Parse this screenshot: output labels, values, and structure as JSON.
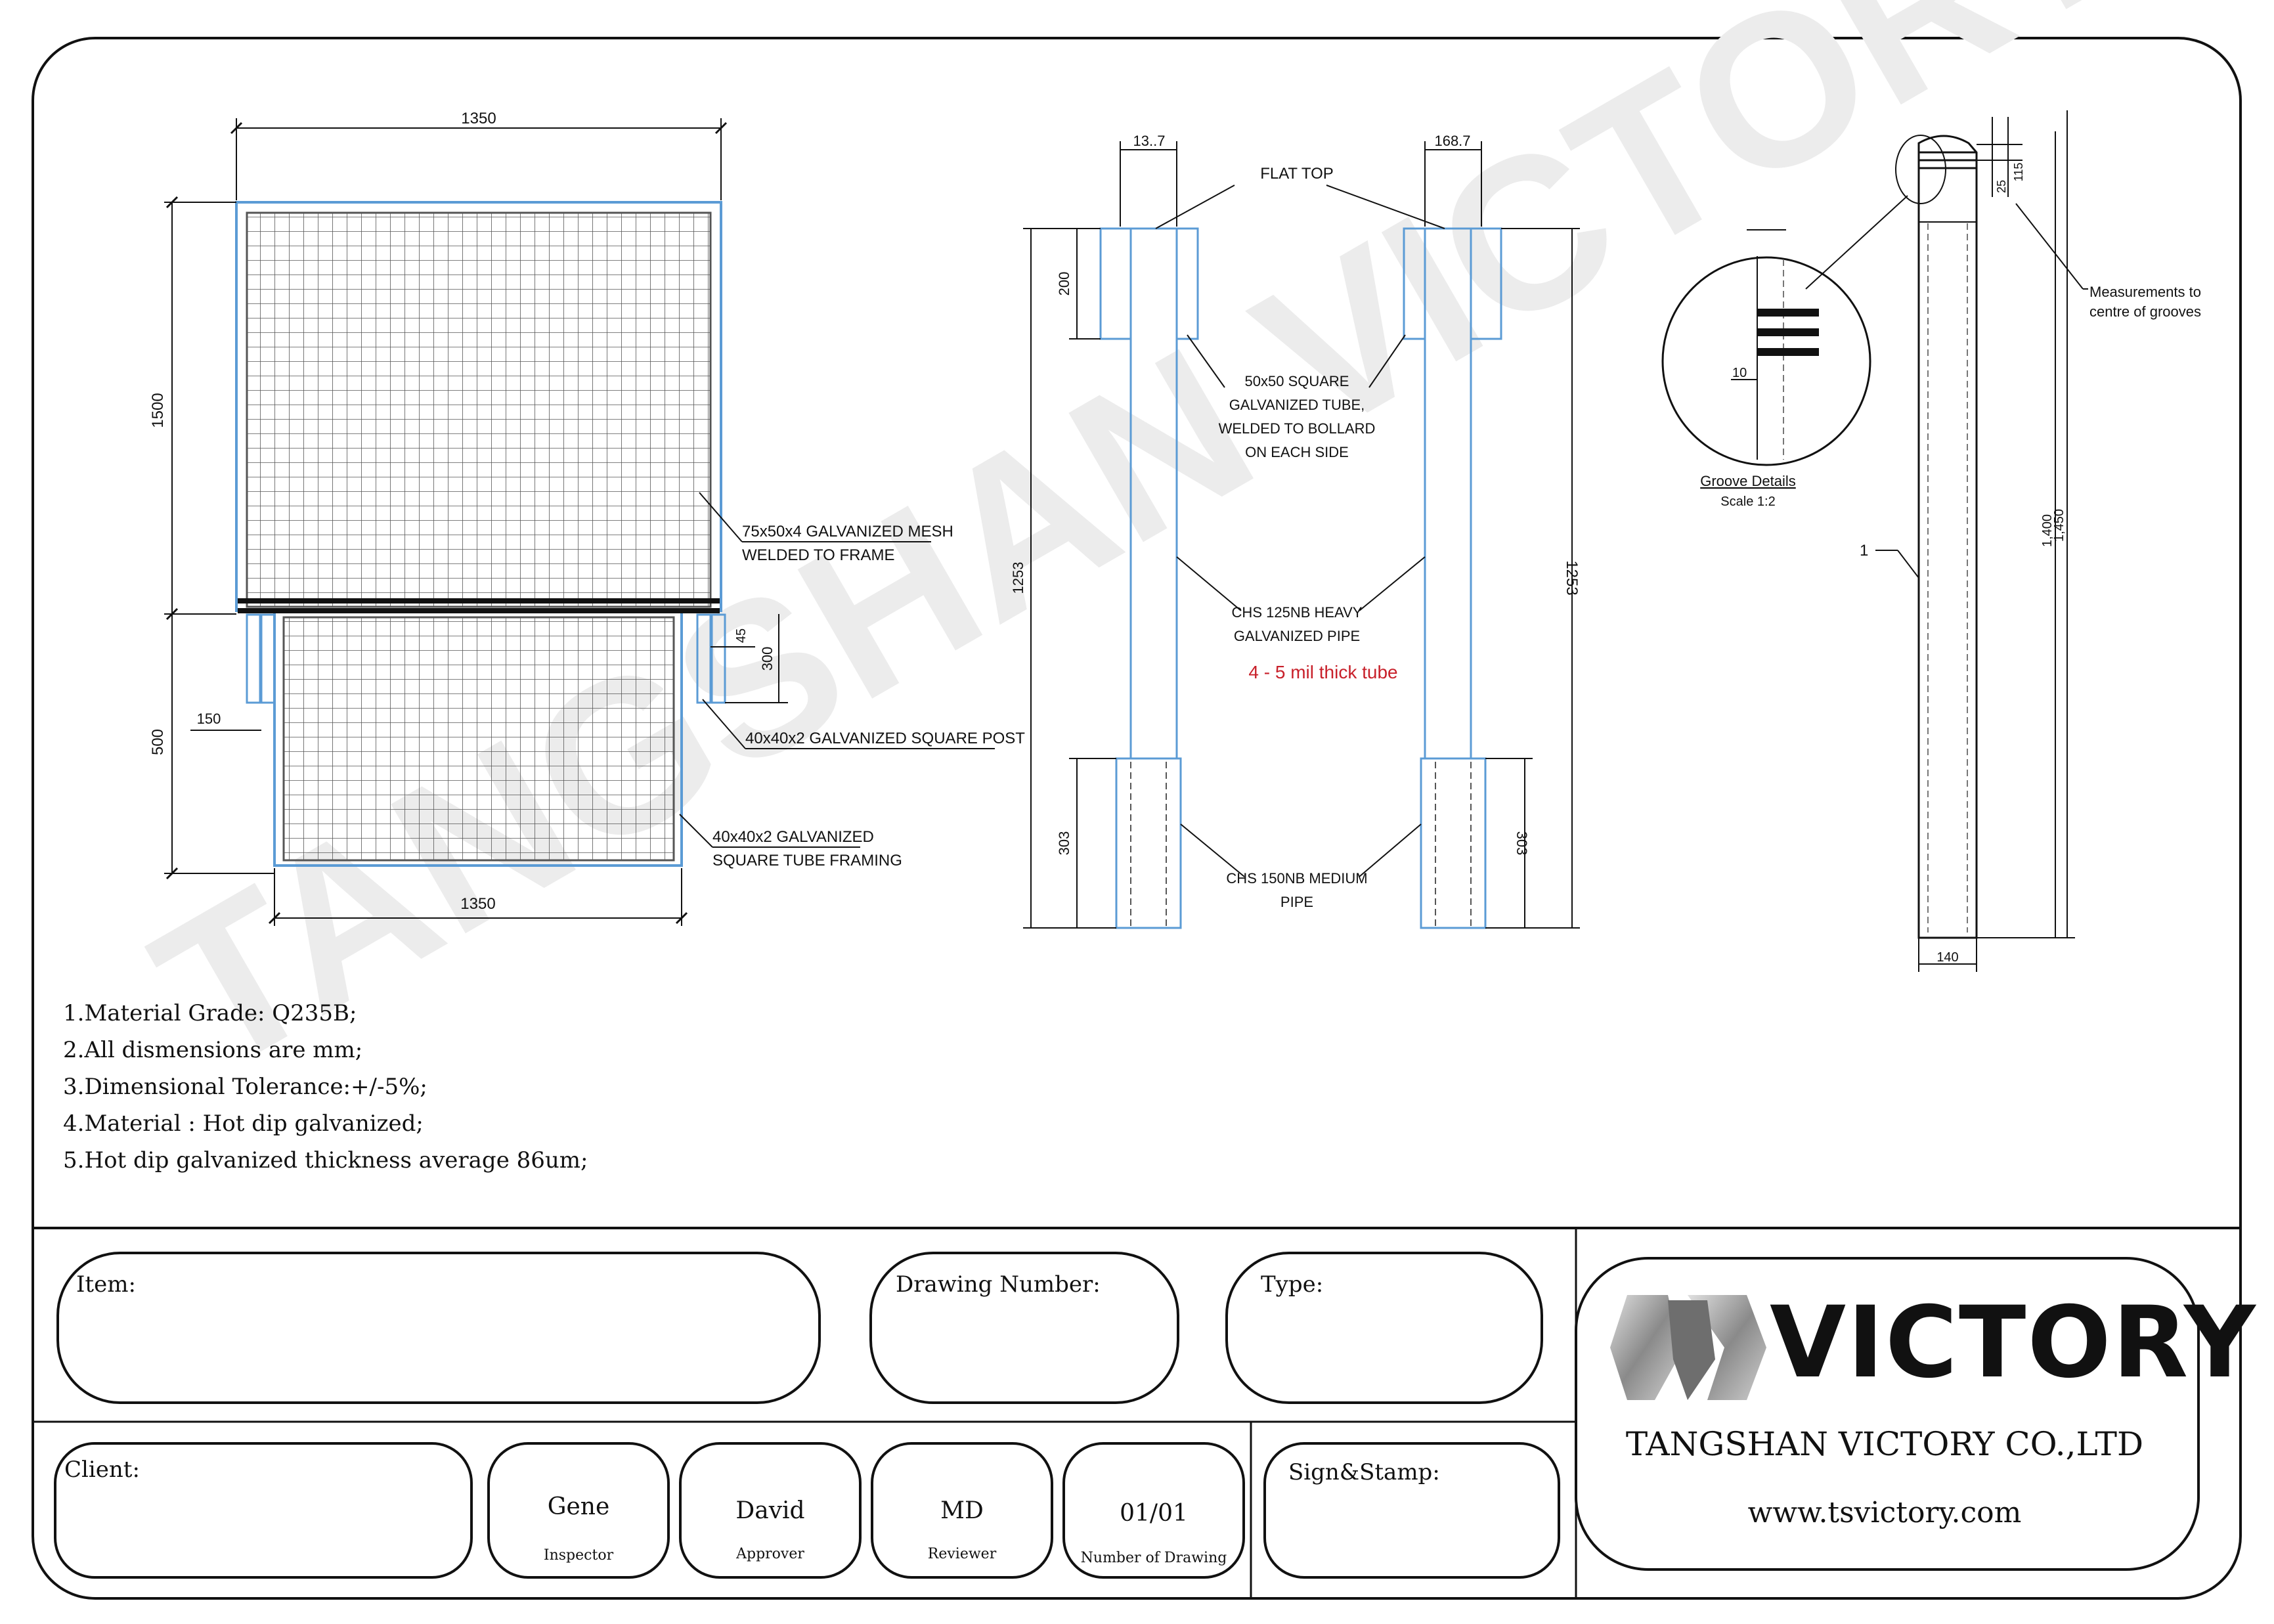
{
  "mesh_panel": {
    "top_width": "1350",
    "height_upper": "1500",
    "height_lower": "500",
    "bottom_width": "1350",
    "leg_offset": "150",
    "post_gap": "45",
    "post_height": "300",
    "label_mesh_1": "75x50x4 GALVANIZED MESH",
    "label_mesh_2": "WELDED TO FRAME",
    "label_post": "40x40x2 GALVANIZED SQUARE POST",
    "label_frame_1": "40x40x2 GALVANIZED",
    "label_frame_2": "SQUARE TUBE FRAMING"
  },
  "bollard_frame": {
    "width_left": "13..7",
    "width_right": "168.7",
    "flat_top": "FLAT TOP",
    "dim_top": "200",
    "label_square_1": "50x50 SQUARE",
    "label_square_2": "GALVANIZED TUBE,",
    "label_square_3": "WELDED TO BOLLARD",
    "label_square_4": "ON EACH SIDE",
    "dim_total_left": "1253",
    "dim_total_right": "1253",
    "label_chs125_1": "CHS 125NB HEAVY",
    "label_chs125_2": "GALVANIZED PIPE",
    "coating_note": "4 - 5 mil thick tube",
    "dim_bottom_left": "303",
    "dim_bottom_right": "303",
    "label_chs150_1": "CHS 150NB MEDIUM",
    "label_chs150_2": "PIPE",
    "coating_color": "#c8202a"
  },
  "bollard_detail": {
    "callout_text_1": "Measurements to",
    "callout_text_2": "centre of grooves",
    "groove_title": "Groove Details",
    "groove_scale": "Scale 1:2",
    "part_number": "1",
    "dim_height": "1,400",
    "dim_height_2": "1,450",
    "dim_width": "140",
    "dim_small_1": "115",
    "dim_small_2": "25",
    "dim_small_3": "10"
  },
  "watermark": "TANGSHAN VICTORY",
  "notes": [
    "1.Material Grade: Q235B;",
    "2.All dismensions are mm;",
    "3.Dimensional Tolerance:+/-5%;",
    "4.Material : Hot dip galvanized;",
    "5.Hot dip galvanized thickness average 86um;"
  ],
  "title_block": {
    "item_label": "Item:",
    "drawing_number_label": "Drawing Number:",
    "type_label": "Type:",
    "client_label": "Client:",
    "sign_label": "Sign&Stamp:",
    "inspector_value": "Gene",
    "inspector_role": "Inspector",
    "approver_value": "David",
    "approver_role": "Approver",
    "reviewer_value": "MD",
    "reviewer_role": "Reviewer",
    "drawing_count_value": "01/01",
    "drawing_count_role": "Number of Drawing",
    "brand": "VICTORY",
    "company": "TANGSHAN VICTORY CO.,LTD",
    "website": "www.tsvictory.com"
  },
  "colors": {
    "outline": "#5b9bd5",
    "ink": "#111111",
    "watermark": "#e6e6e6"
  }
}
